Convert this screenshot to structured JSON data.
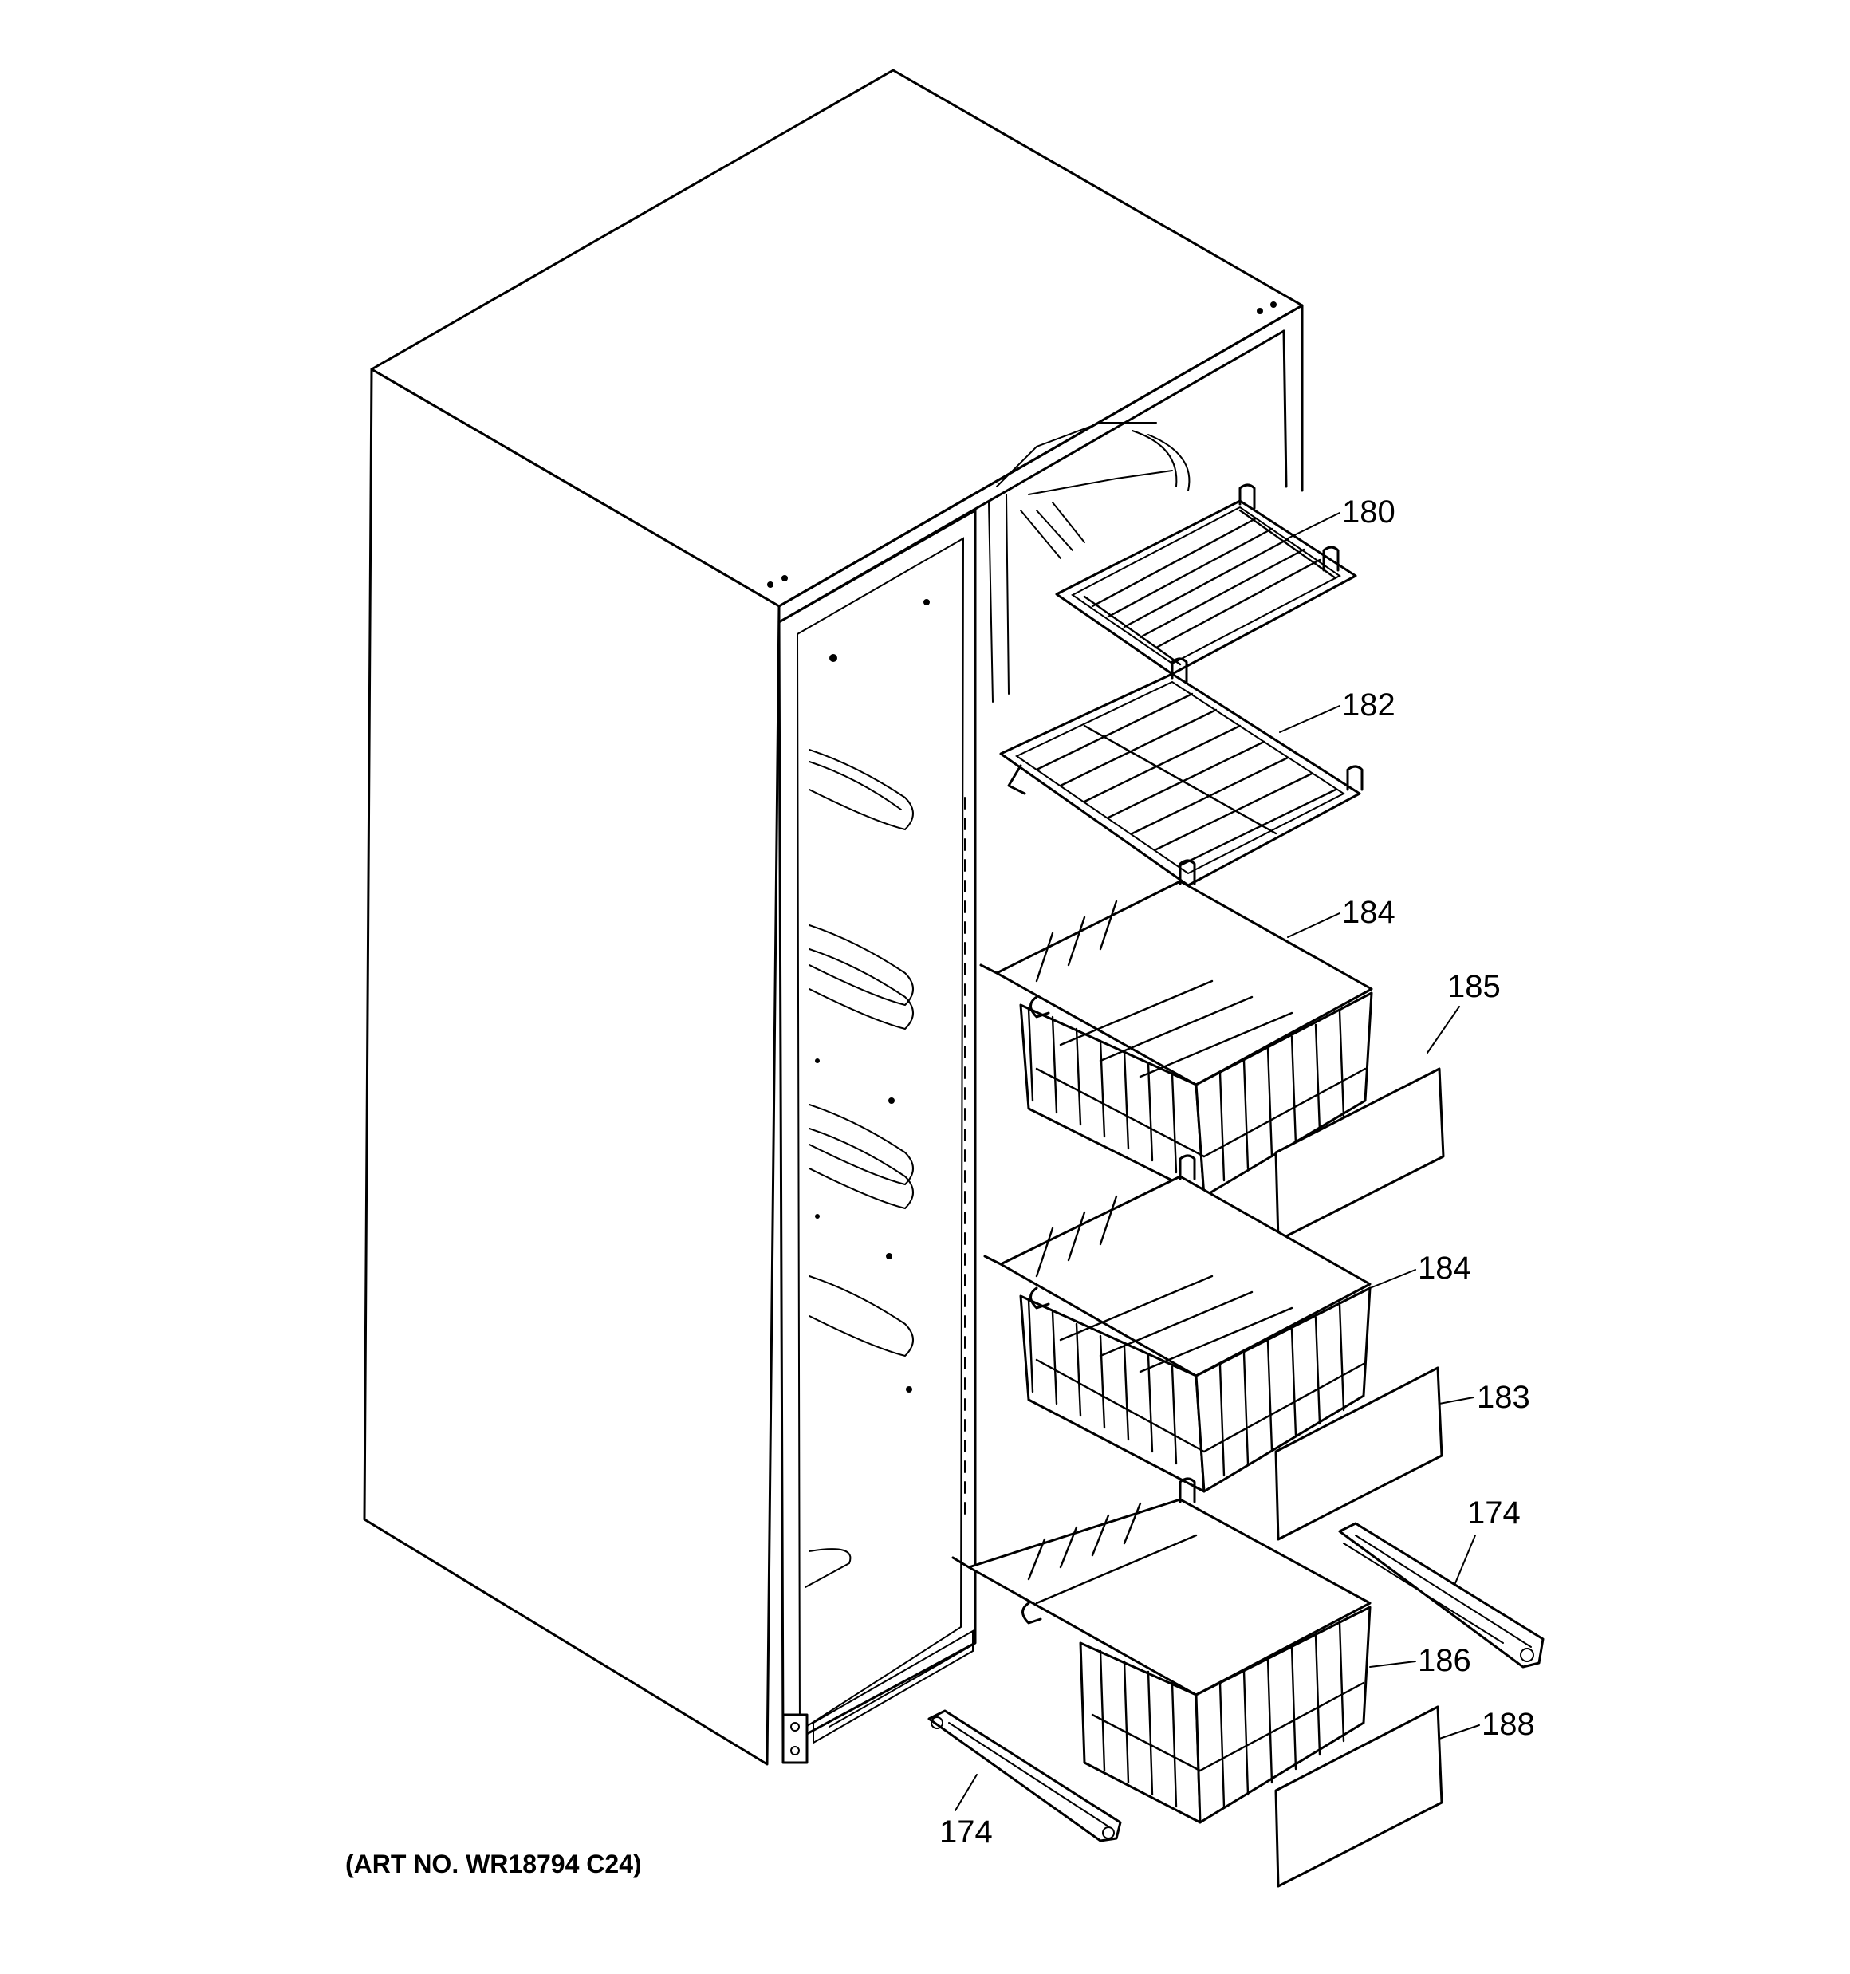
{
  "art_number": "(ART NO. WR18794 C24)",
  "callouts": [
    {
      "id": "shelf-top",
      "text": "180"
    },
    {
      "id": "shelf-second",
      "text": "182"
    },
    {
      "id": "basket-upper",
      "text": "184"
    },
    {
      "id": "basket-front-upper",
      "text": "185"
    },
    {
      "id": "basket-middle",
      "text": "184"
    },
    {
      "id": "basket-front-middle",
      "text": "183"
    },
    {
      "id": "slide-right",
      "text": "174"
    },
    {
      "id": "basket-lower",
      "text": "186"
    },
    {
      "id": "basket-front-lower",
      "text": "188"
    },
    {
      "id": "slide-left",
      "text": "174"
    }
  ]
}
